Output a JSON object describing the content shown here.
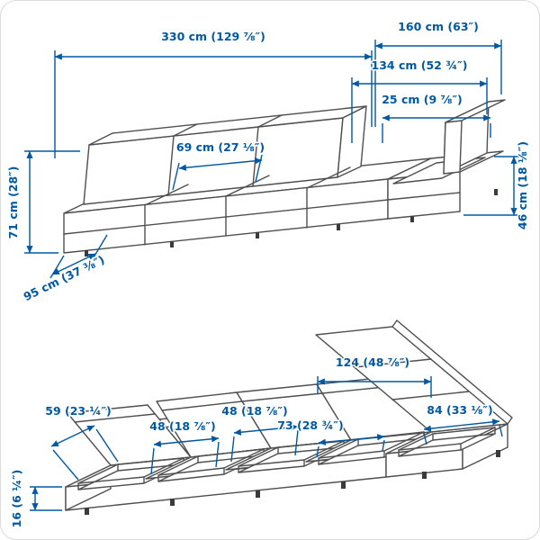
{
  "page": {
    "background": "#ffffff",
    "accent_color": "#0058a3",
    "line_color": "#4f4f4f"
  },
  "top_view": {
    "name": "sofa-assembled-dimensions",
    "dimensions": {
      "total_width": "330 cm (129 ⅞″)",
      "chaise_section_width": "160 cm (63″)",
      "chaise_depth": "134 cm (52 ¾″)",
      "side_rest_thickness": "25 cm (9 ⅞″)",
      "seat_cushion_width": "69 cm (27 ⅛″)",
      "total_height": "71 cm (28″)",
      "sofa_depth": "95 cm (37 ⅜″)",
      "seat_height": "46 cm (18 ⅛″)"
    }
  },
  "bottom_view": {
    "name": "sofa-storage-dimensions",
    "dimensions": {
      "chaise_storage_length": "124 (48 ⅞″)",
      "storage_depth": "59 (23 ¼″)",
      "storage_width_1": "48 (18 ⅞″)",
      "storage_width_2": "48 (18 ⅞″)",
      "storage_width_3": "73 (28 ¾″)",
      "chaise_storage_width": "84 (33 ⅛″)",
      "storage_height": "16 (6 ¼″)"
    }
  }
}
